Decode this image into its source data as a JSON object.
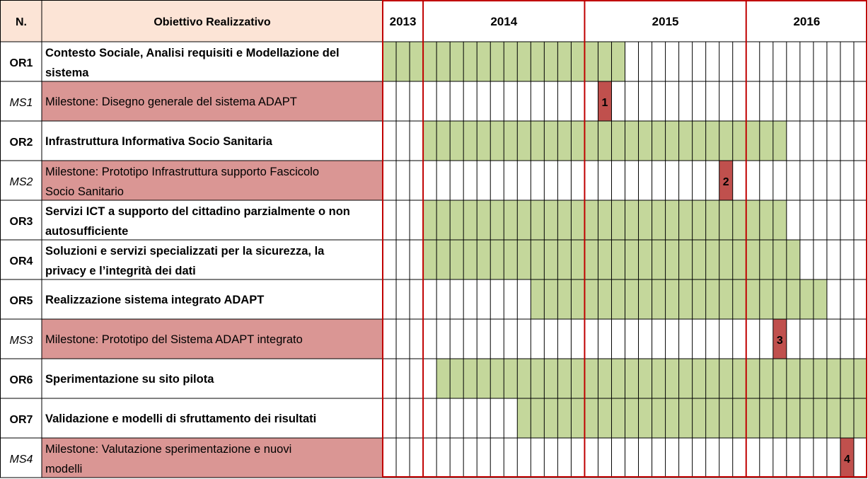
{
  "chart_data": {
    "type": "gantt",
    "header": {
      "col_n": "N.",
      "col_objective": "Obiettivo Realizzativo"
    },
    "years": [
      {
        "label": "2013",
        "months": 3
      },
      {
        "label": "2014",
        "months": 12
      },
      {
        "label": "2015",
        "months": 12
      },
      {
        "label": "2016",
        "months": 9
      }
    ],
    "rows": [
      {
        "id": "OR1",
        "kind": "task",
        "title": [
          "Contesto Sociale, Analisi requisiti e Modellazione del",
          "sistema"
        ],
        "start": 1,
        "end": 18
      },
      {
        "id": "MS1",
        "kind": "milestone",
        "title": [
          "Milestone: Disegno generale del sistema ADAPT"
        ],
        "month": 17,
        "marker": "1"
      },
      {
        "id": "OR2",
        "kind": "task",
        "title": [
          "Infrastruttura Informativa Socio Sanitaria"
        ],
        "start": 4,
        "end": 30
      },
      {
        "id": "MS2",
        "kind": "milestone",
        "title": [
          "Milestone: Prototipo Infrastruttura supporto Fascicolo",
          "Socio Sanitario"
        ],
        "month": 26,
        "marker": "2"
      },
      {
        "id": "OR3",
        "kind": "task",
        "title": [
          "Servizi ICT a supporto del cittadino parzialmente o non",
          "autosufficiente"
        ],
        "start": 4,
        "end": 30
      },
      {
        "id": "OR4",
        "kind": "task",
        "title": [
          "Soluzioni e servizi specializzati per la sicurezza, la",
          "privacy e l’integrità dei dati"
        ],
        "start": 4,
        "end": 31
      },
      {
        "id": "OR5",
        "kind": "task",
        "title": [
          "Realizzazione sistema integrato ADAPT"
        ],
        "start": 12,
        "end": 33
      },
      {
        "id": "MS3",
        "kind": "milestone",
        "title": [
          "Milestone: Prototipo del Sistema ADAPT integrato"
        ],
        "month": 30,
        "marker": "3"
      },
      {
        "id": "OR6",
        "kind": "task",
        "title": [
          "Sperimentazione su sito pilota"
        ],
        "start": 5,
        "end": 36
      },
      {
        "id": "OR7",
        "kind": "task",
        "title": [
          "Validazione e modelli di sfruttamento dei risultati"
        ],
        "start": 11,
        "end": 36
      },
      {
        "id": "MS4",
        "kind": "milestone",
        "title": [
          "Milestone: Valutazione sperimentazione e nuovi",
          "modelli"
        ],
        "month": 35,
        "marker": "4"
      }
    ],
    "colors": {
      "header_fill": "#fce4d6",
      "task_fill": "#c4d79b",
      "milestone_row_fill": "#da9694",
      "milestone_marker": "#c0504d",
      "grid": "#000000",
      "year_border": "#c00000"
    }
  }
}
